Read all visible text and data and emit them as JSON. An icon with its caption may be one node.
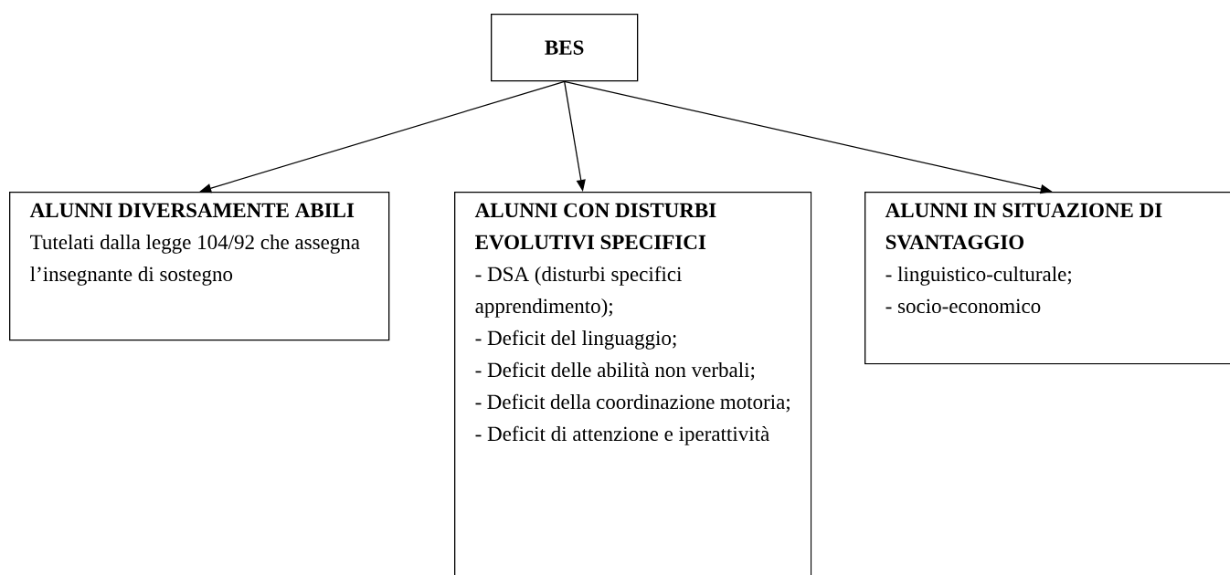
{
  "diagram": {
    "nodes": [
      {
        "text": [
          "BES"
        ]
      },
      {
        "text": [
          "ALUNNI DIVERSAMENTE ABILI",
          "Tutelati dalla legge 104/92 che assegna l’insegnante di sostegno"
        ]
      },
      {
        "text": [
          "ALUNNI CON DISTURBI EVOLUTIVI SPECIFICI",
          "- DSA (disturbi specifici apprendimento);",
          "- Deficit del linguaggio;",
          "- Deficit delle abilità non verbali;",
          "- Deficit della coordinazione motoria;",
          "- Deficit di attenzione e iperattività"
        ]
      },
      {
        "text": [
          "ALUNNI IN SITUAZIONE DI SVANTAGGIO",
          "- linguistico-culturale;",
          "- socio-economico"
        ]
      }
    ],
    "edges": [
      {
        "from": 0,
        "to": 1,
        "arrow": "to"
      },
      {
        "from": 0,
        "to": 2,
        "arrow": "to"
      },
      {
        "from": 0,
        "to": 3,
        "arrow": "to"
      }
    ]
  }
}
